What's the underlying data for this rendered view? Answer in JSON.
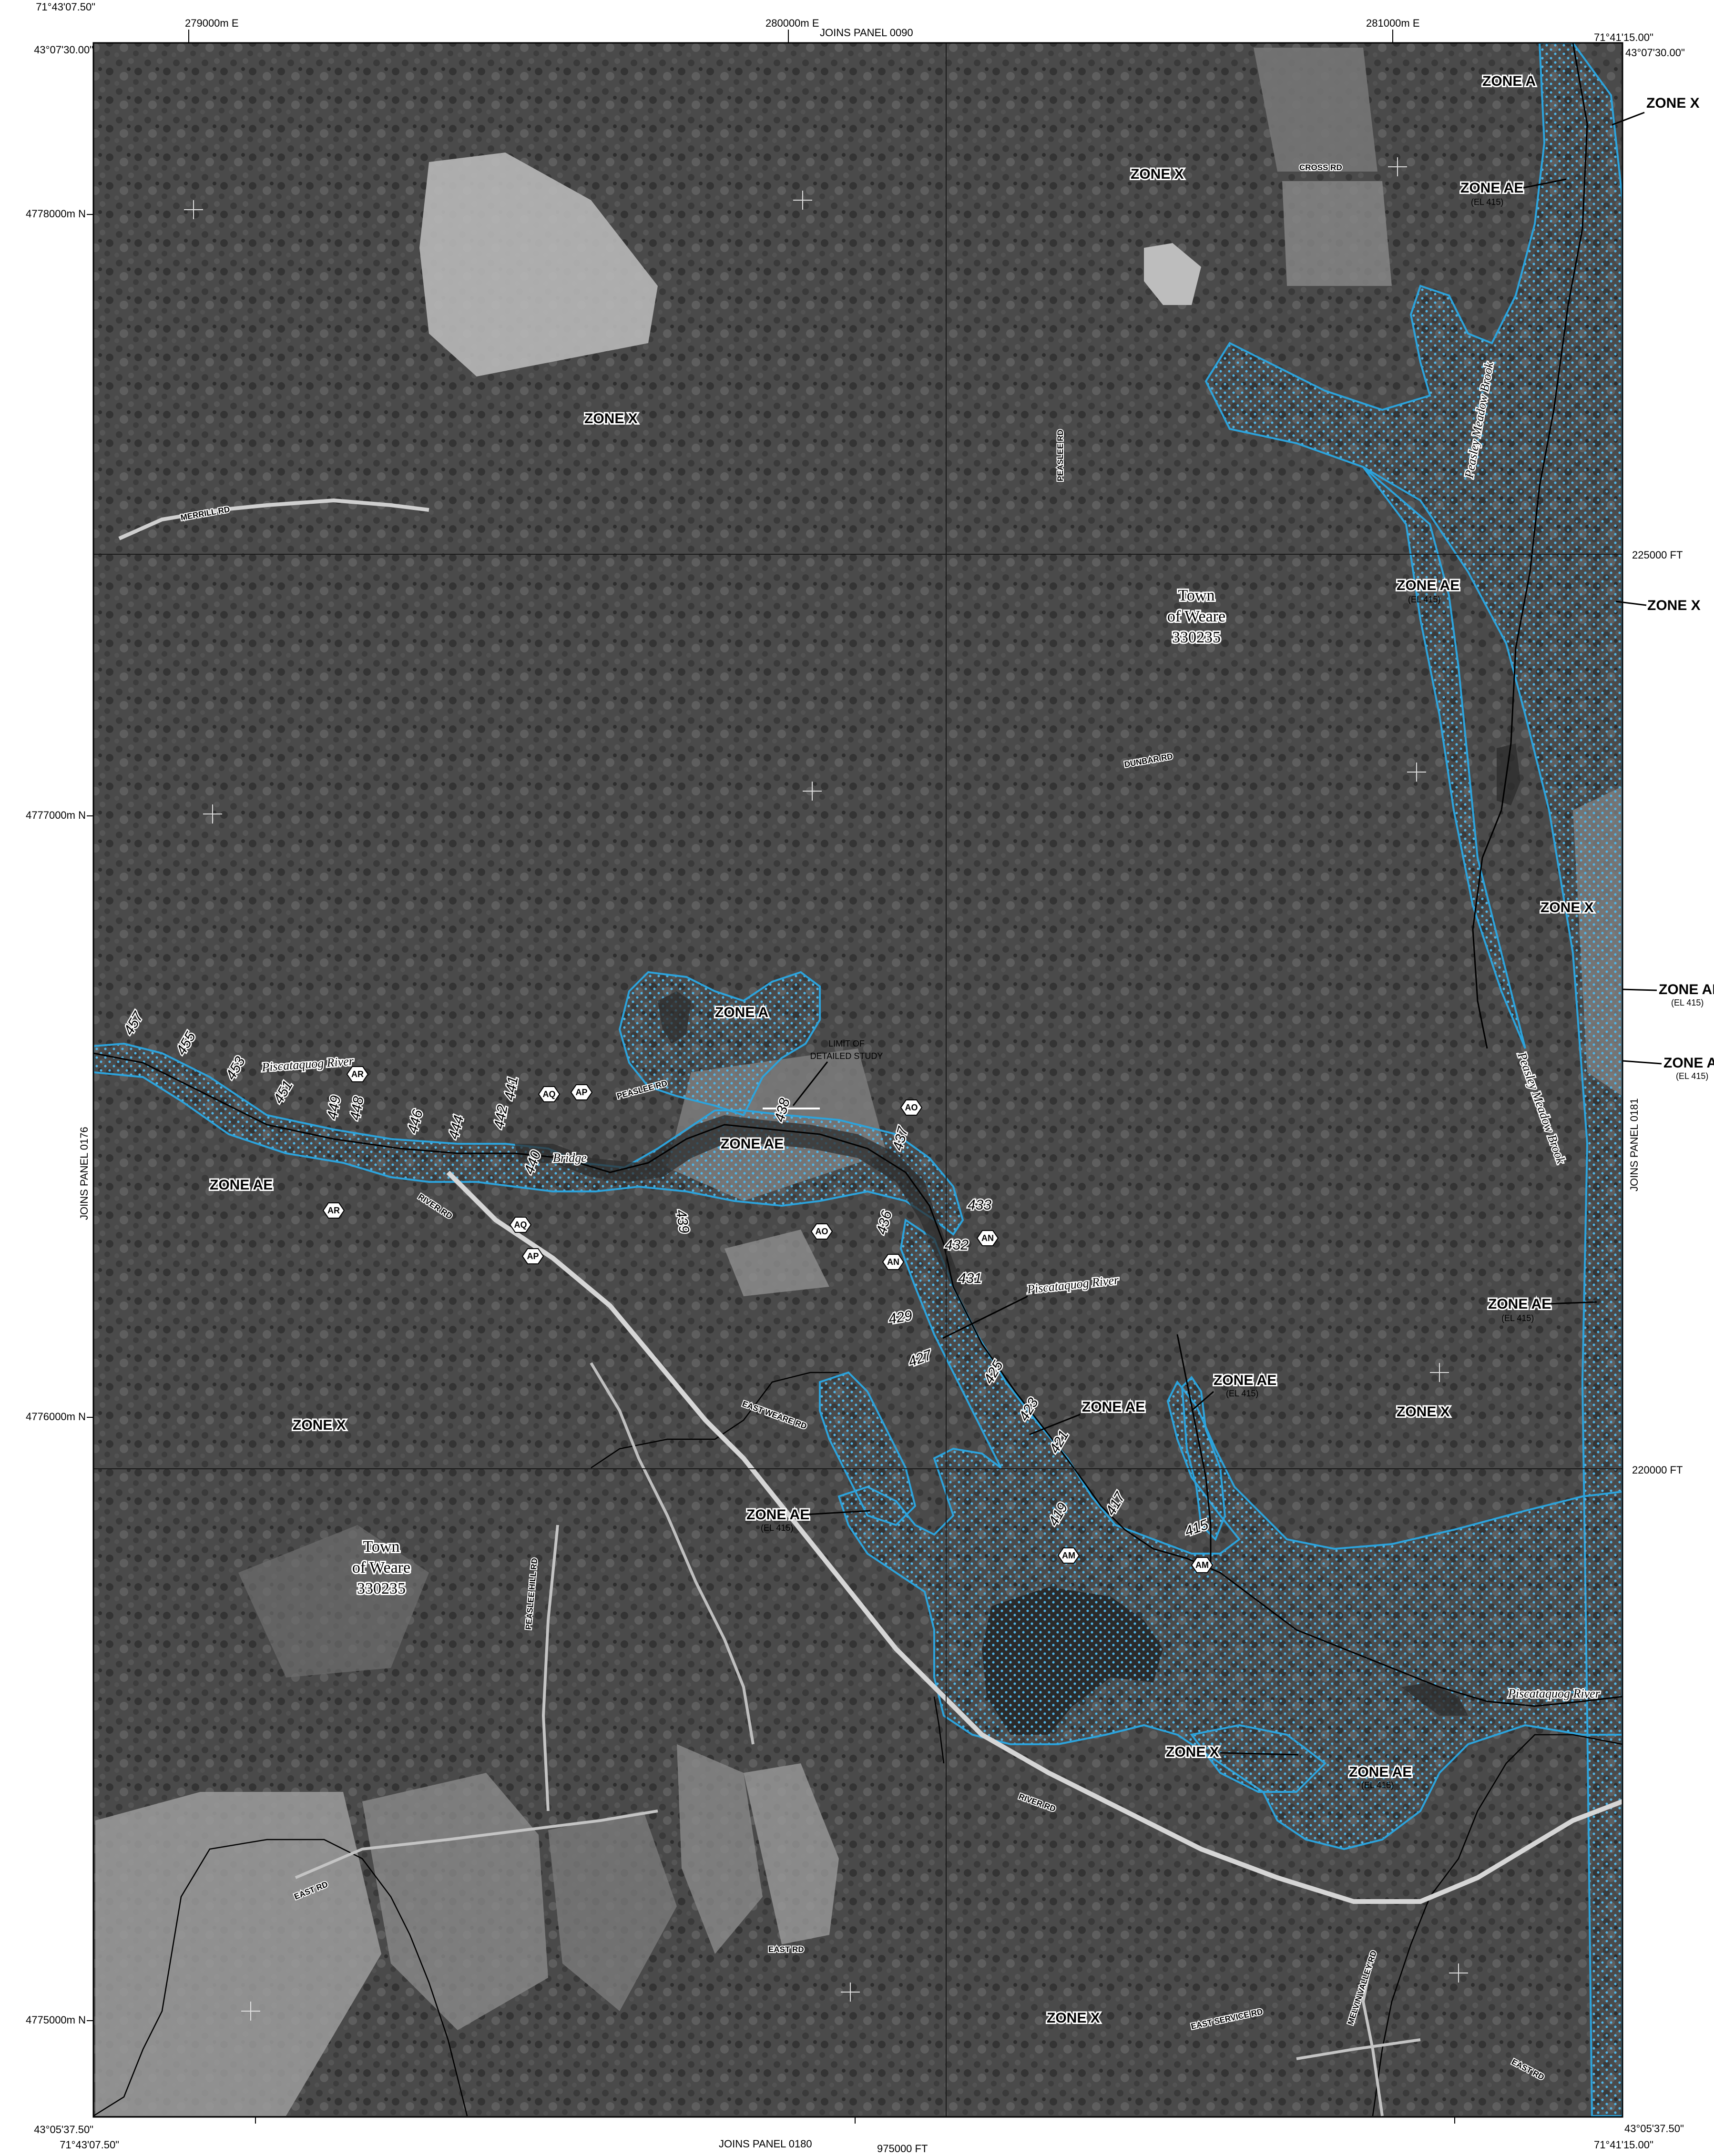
{
  "colors": {
    "aerial_dark": "#3c3c3c",
    "aerial_mid": "#5a5a5a",
    "aerial_light": "#9a9a9a",
    "floodplain_outline": "#2ca3dc",
    "floodplain_dots": "#4fb4e6",
    "grid_line": "#1a1a1a",
    "frame": "#000000"
  },
  "margins": {
    "top_panel": "JOINS PANEL 0090",
    "bottom_panel": "JOINS PANEL 0180",
    "left_panel": "JOINS PANEL 0176",
    "right_panel": "JOINS PANEL 0181",
    "coord_top_left": "71°43'07.50\"",
    "coord_top_left_lat": "43°07'30.00\"",
    "coord_top_right": "71°41'15.00\"",
    "coord_top_right_lat": "43°07'30.00\"",
    "coord_bottom_left": "71°43'07.50\"",
    "coord_bottom_left_lat": "43°05'37.50\"",
    "coord_bottom_right": "71°41'15.00\"",
    "coord_bottom_right_lat": "43°05'37.50\"",
    "utm_e_279": "279000m E",
    "utm_e_280": "280000m E",
    "utm_e_281": "281000m E",
    "utm_n_4778": "4778000m N",
    "utm_n_4777": "4777000m N",
    "utm_n_4776": "4776000m N",
    "utm_n_4775": "4775000m N",
    "ft_225000": "225000 FT",
    "ft_220000": "220000 FT",
    "ft_975000": "975000 FT"
  },
  "zones": {
    "zone_a": "ZONE A",
    "zone_x": "ZONE X",
    "zone_ae": "ZONE AE",
    "el_415": "(EL 415)"
  },
  "roads": {
    "cross": "CROSS RD",
    "merrill": "MERRILL RD",
    "peaslee": "PEASLEE RD",
    "dunbar": "DUNBAR RD",
    "river": "RIVER RD",
    "east_weare": "EAST WEARE RD",
    "peaslee_hill": "PEASLEE HILL RD",
    "east": "EAST RD",
    "melvin_valley": "MELVIN VALLEY RD",
    "east_service": "EAST SERVICE RD"
  },
  "water": {
    "piscataquog": "Piscataquog River",
    "peasley_meadow": "Peasley Meadow Brook"
  },
  "town": {
    "line1": "Town",
    "line2": "of Weare",
    "line3": "330235"
  },
  "annotations": {
    "limit_line1": "LIMIT OF",
    "limit_line2": "DETAILED STUDY",
    "bridge": "Bridge"
  },
  "elevations": [
    "457",
    "455",
    "453",
    "451",
    "449",
    "448",
    "446",
    "444",
    "441",
    "442",
    "440",
    "439",
    "438",
    "437",
    "436",
    "433",
    "432",
    "431",
    "429",
    "427",
    "425",
    "423",
    "421",
    "419",
    "417",
    "415"
  ],
  "cross_sections": [
    "AR",
    "AQ",
    "AP",
    "AO",
    "AN",
    "AM"
  ]
}
